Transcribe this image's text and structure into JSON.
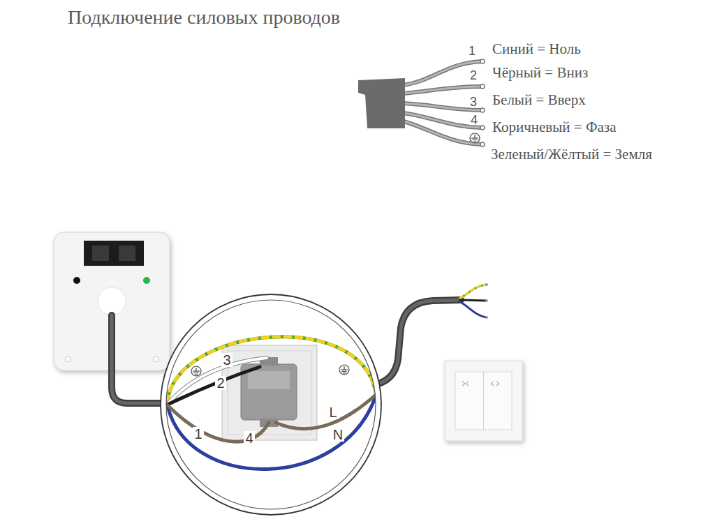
{
  "diagram": {
    "title": "Подключение силовых проводов",
    "labels": [
      "1",
      "2",
      "3",
      "4",
      "3",
      "2",
      "1",
      "4",
      "L",
      "N"
    ],
    "legend": [
      {
        "text": "Синий = Ноль"
      },
      {
        "text": "Чёрный = Вниз"
      },
      {
        "text": "Белый = Вверх"
      },
      {
        "text": "Коричневый = Фаза"
      },
      {
        "text": "Зеленый/Жёлтый = Земля"
      }
    ]
  }
}
